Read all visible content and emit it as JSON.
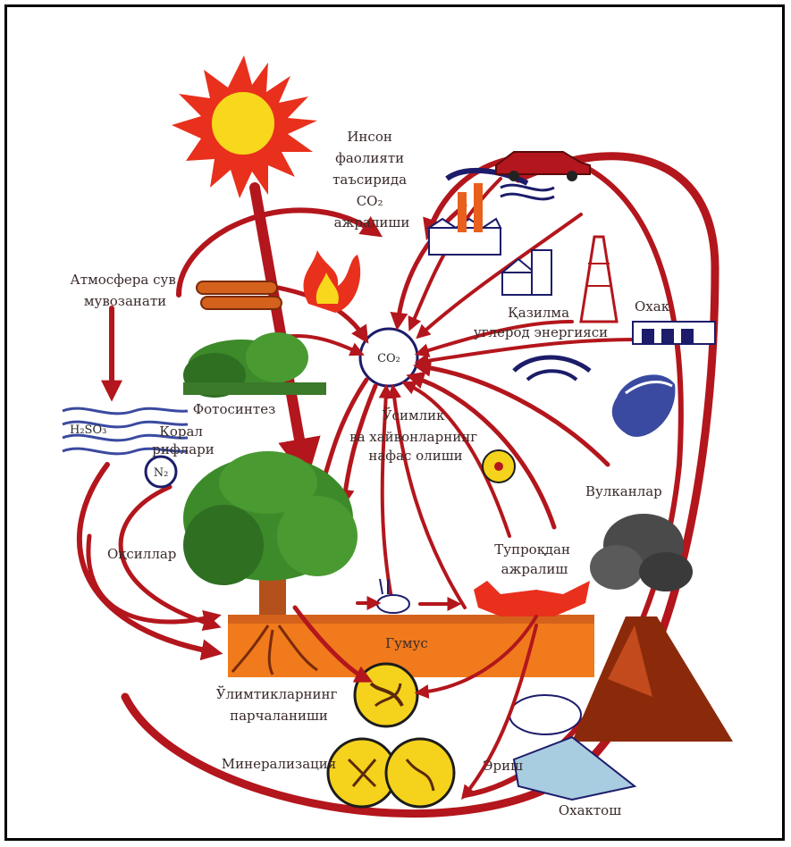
{
  "labels": {
    "human_activity": [
      "Инсон",
      "фаолияти",
      "таъсирида",
      "CO₂",
      "ажралиши"
    ],
    "atmosphere_water": [
      "Атмосфера сув",
      "мувозанати"
    ],
    "fossil_carbon": [
      "Қазилма",
      "углерод энергияси"
    ],
    "limestone": "Охак",
    "co2": "CO₂",
    "photosynthesis": "Фотосинтез",
    "coral": [
      "Корал",
      "рифлари"
    ],
    "respiration": [
      "Ўсимлик",
      "ва хайвонларнинг",
      "нафас олиши"
    ],
    "volcanoes": "Вулканлар",
    "soil_release": [
      "Тупроқдан",
      "ажралиш"
    ],
    "proteins": "Оқсиллар",
    "humus": "Гумус",
    "decomposition": [
      "Ўлимтикларнинг",
      "парчаланиши"
    ],
    "mineralization": "Минерализация",
    "erosion": "Эриш",
    "limestone_rock": "Охактош",
    "h2so3": "H₂SO₃",
    "n2": "N₂"
  },
  "colors": {
    "arrow": "#b3161c",
    "sun_core": "#f7d81c",
    "sun_rays": "#e8301c",
    "tree": "#3d8a2a",
    "humus": "#f07a1c",
    "water": "#3a4aa0",
    "circles": "#f5d21c"
  }
}
